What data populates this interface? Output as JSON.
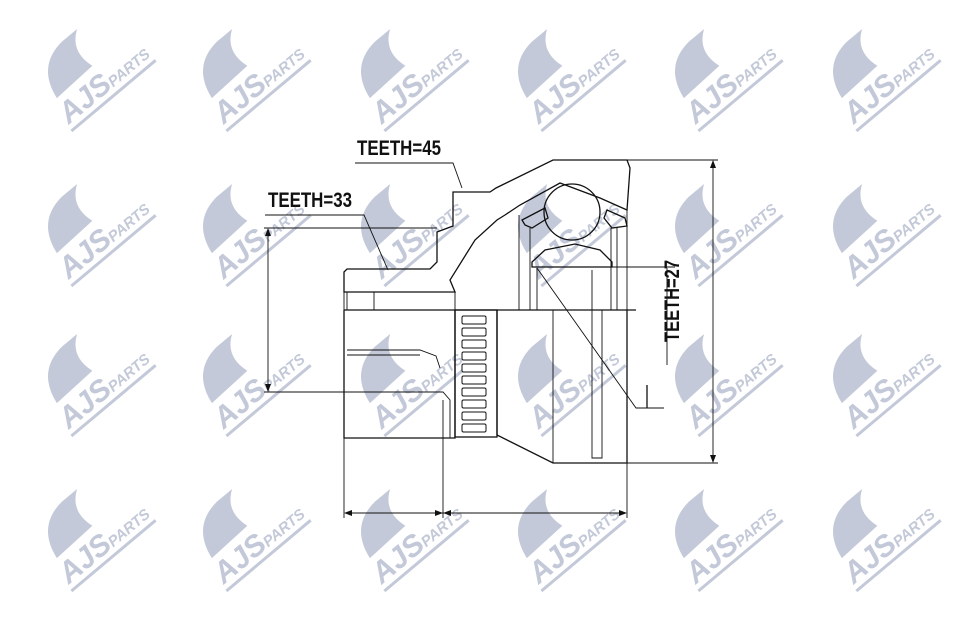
{
  "watermark": {
    "brand": "AJS",
    "sub": "PARTS",
    "color": "#c3c9d8"
  },
  "labels": {
    "teeth_outer": "TEETH=45",
    "teeth_shaft": "TEETH=33",
    "teeth_inner": "TEETH=27"
  }
}
